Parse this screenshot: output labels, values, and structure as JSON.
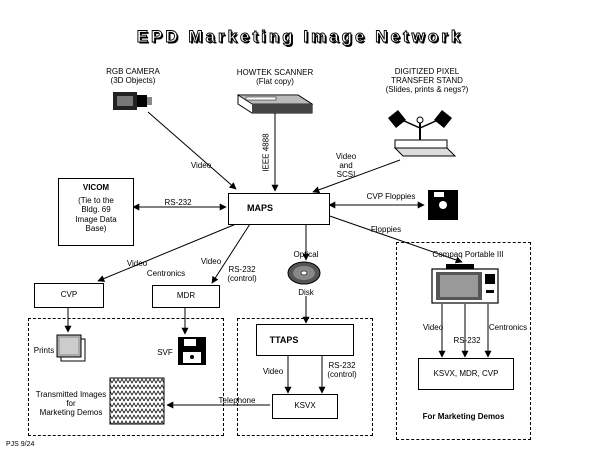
{
  "title": "EPD Marketing Image Network",
  "footer": "PJS 9/24",
  "devices": {
    "rgb_camera": {
      "line1": "RGB CAMERA",
      "line2": "(3D Objects)"
    },
    "howtek": {
      "line1": "HOWTEK SCANNER",
      "line2": "(Flat copy)"
    },
    "pixel_stand": {
      "line1": "DIGITIZED PIXEL",
      "line2": "TRANSFER STAND",
      "line3": "(Slides, prints & negs?)"
    },
    "vicom": {
      "name": "VICOM",
      "line1": "(Tie to the",
      "line2": "Bldg. 69",
      "line3": "Image Data",
      "line4": "Base)"
    },
    "maps": "MAPS",
    "cvp_floppies": "CVP Floppies",
    "compaq": "Compaq Portable III",
    "ksvx_mdr_cvp": "KSVX, MDR, CVP",
    "for_marketing": "For Marketing Demos",
    "cvp": "CVP",
    "mdr": "MDR",
    "prints": "Prints",
    "svf": "SVF",
    "ttaps": "TTAPS",
    "ksvx": "KSVX",
    "transmitted": {
      "line1": "Transmitted Images",
      "line2": "for",
      "line3": "Marketing Demos"
    },
    "optical_disk": {
      "line1": "Optical",
      "line2": "Disk"
    }
  },
  "connections": {
    "video_camera": "Video",
    "ieee": "IEEE 4888",
    "video_scsi": {
      "line1": "Video",
      "line2": "and",
      "line3": "SCSI"
    },
    "rs232_vicom": "RS-232",
    "floppies": "Floppies",
    "video_cvp": "Video",
    "centronics_cvp": "Centronics",
    "video_mdr": "Video",
    "rs232_control_mdr": {
      "line1": "RS-232",
      "line2": "(control)"
    },
    "video_ksvx": "Video",
    "rs232_control_ksvx": {
      "line1": "RS-232",
      "line2": "(control)"
    },
    "telephone": "Telephone",
    "video_compaq": "Video",
    "rs232_compaq": "RS-232",
    "centronics_compaq": "Centronics"
  }
}
